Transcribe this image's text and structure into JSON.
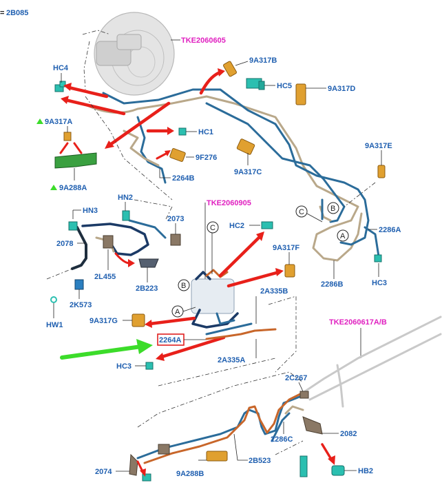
{
  "header": {
    "ref_prefix": "=",
    "ref_code": "2B085"
  },
  "colors": {
    "label_blue": "#1f5fb0",
    "label_pink": "#e020c0",
    "arrow_red": "#e8201a",
    "arrow_green": "#3cdc2a",
    "callout_red": "#e02020"
  },
  "labels": {
    "tke_2060605": "TKE2060605",
    "tke_2060905": "TKE2060905",
    "tke_2060617": "TKE2060617A/B",
    "hc4": "HC4",
    "hc5": "HC5",
    "hc1": "HC1",
    "hc2": "HC2",
    "hc3_right": "HC3",
    "hc3_left": "HC3",
    "hn3": "HN3",
    "hn2": "HN2",
    "hw1": "HW1",
    "hb2": "HB2",
    "a9a317b": "9A317B",
    "a9a317d": "9A317D",
    "a9a317a": "9A317A",
    "a9a317c": "9A317C",
    "a9a317e": "9A317E",
    "a9a317f": "9A317F",
    "a9a317g": "9A317G",
    "a9f276": "9F276",
    "a9a288a": "9A288A",
    "a9a288b": "9A288B",
    "p2264b": "2264B",
    "p2264a": "2264A",
    "p2286a": "2286A",
    "p2286b": "2286B",
    "p2286c": "2286C",
    "p2073": "2073",
    "p2078": "2078",
    "p2l455": "2L455",
    "p2b223": "2B223",
    "p2k573": "2K573",
    "p2a335b": "2A335B",
    "p2a335a": "2A335A",
    "p2c267": "2C267",
    "p2082": "2082",
    "p2074": "2074",
    "p2b523": "2B523"
  },
  "circles": {
    "a_right": "A",
    "b_right": "B",
    "c_right": "C",
    "a_center": "A",
    "b_center": "B",
    "c_center": "C"
  },
  "icons": {
    "triangle_marker": "green-triangle-icon",
    "callout_arrow": "green-arrow-icon"
  }
}
